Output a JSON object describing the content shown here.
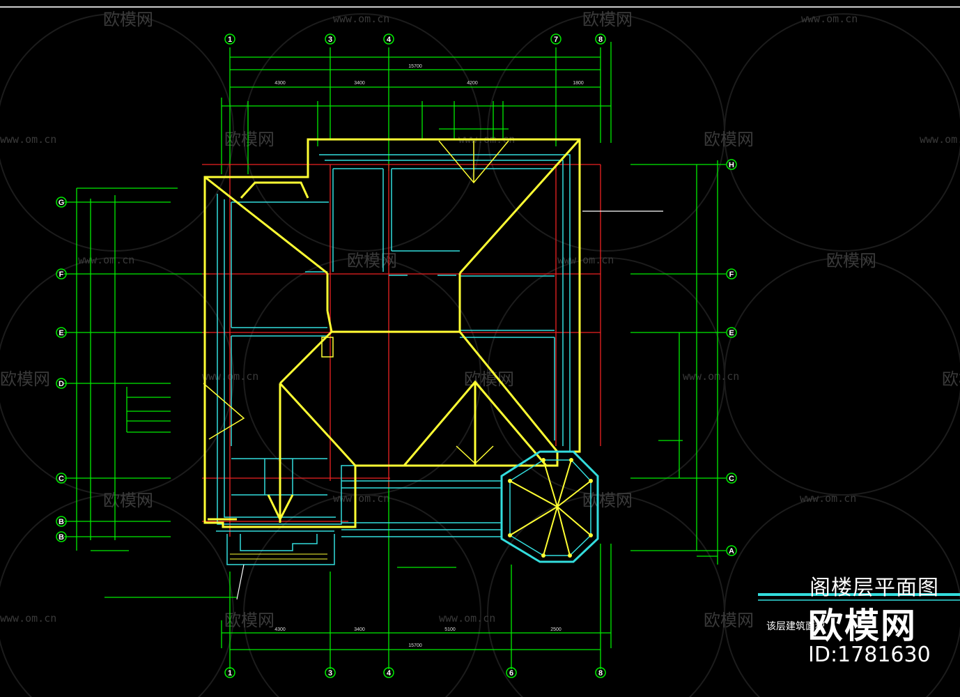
{
  "drawing": {
    "title": "阁楼层平面图",
    "subtitle": "该层建筑面积",
    "watermark_text": "欧模网",
    "watermark_url": "www.om.cn",
    "logo": "欧模网",
    "id": "ID:1781630"
  },
  "axes": {
    "top": [
      "1",
      "3",
      "4",
      "7",
      "8"
    ],
    "bottom": [
      "1",
      "3",
      "4",
      "6",
      "8"
    ],
    "left": [
      "G",
      "F",
      "E",
      "D",
      "C",
      "B",
      "B"
    ],
    "right": [
      "H",
      "F",
      "E",
      "C",
      "A"
    ]
  },
  "dimensions": {
    "top_total": "15700",
    "top_row1": [
      "4300",
      "3400",
      "4200",
      "1800"
    ],
    "bottom_total": "15700",
    "bottom_row1": [
      "4300",
      "3400",
      "5100",
      "2500"
    ]
  },
  "colors": {
    "yellow": "#ffff33",
    "green": "#00ee00",
    "cyan": "#33dddd",
    "red": "#ee2222",
    "white": "#ffffff"
  }
}
